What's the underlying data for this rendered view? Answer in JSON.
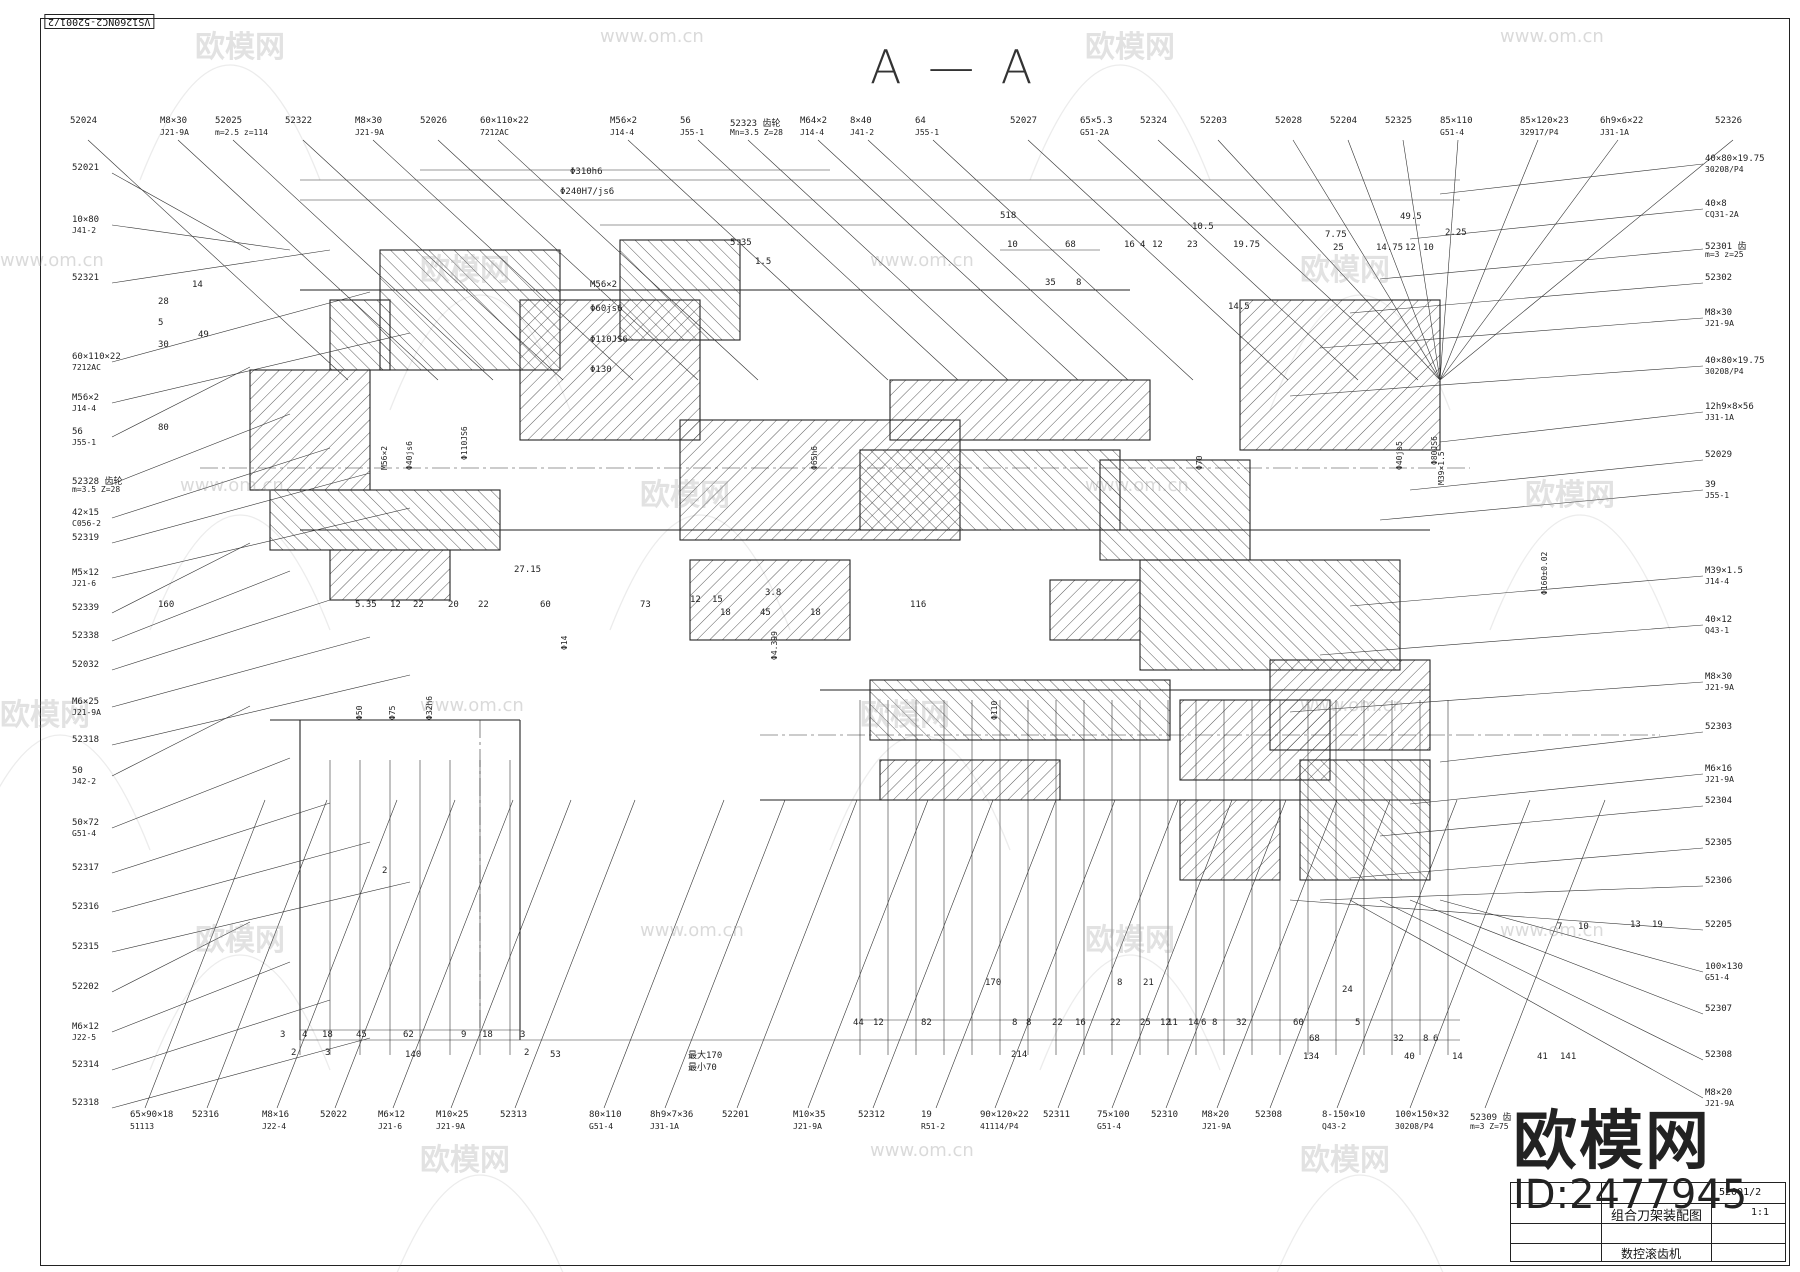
{
  "drawing": {
    "section_title": "A — A",
    "drawing_number": "VS1260NC2-52001/2",
    "title_block": {
      "drawing_name": "组合刀架装配图",
      "machine_name": "数控滚齿机",
      "number": "52001/2",
      "scale": "1:1"
    },
    "watermarks": {
      "brand_text": "欧模网",
      "url": "www.om.cn",
      "big_brand": "欧模网",
      "id_text": "ID:2477945"
    },
    "dimensions_top": [
      "Φ310h6",
      "Φ240H7/js6",
      "518",
      "68",
      "10",
      "35",
      "8",
      "16",
      "4",
      "12",
      "23",
      "10.5",
      "19.75",
      "7.75",
      "49.5",
      "2.25",
      "25",
      "14.75",
      "12",
      "10",
      "14.5",
      "1.5",
      "5.35",
      "M56×2",
      "Φ60js6",
      "Φ110JS6",
      "Φ130"
    ],
    "dimensions_left": [
      "14",
      "28",
      "5",
      "30",
      "49",
      "80",
      "160",
      "5.35",
      "12",
      "22",
      "20",
      "22",
      "27.15",
      "60",
      "73",
      "12",
      "15",
      "18",
      "45",
      "3.8",
      "18",
      "116"
    ],
    "dimensions_bottom": [
      "3",
      "2",
      "4",
      "18",
      "3",
      "45",
      "62",
      "9",
      "18",
      "3",
      "2",
      "140",
      "53",
      "最大170",
      "最小70",
      "214",
      "44",
      "12",
      "82",
      "8",
      "8",
      "22",
      "16",
      "22",
      "25",
      "11",
      "14",
      "6",
      "8",
      "32",
      "60",
      "5",
      "68",
      "32",
      "8",
      "6",
      "134",
      "40",
      "14",
      "41",
      "141",
      "170",
      "8",
      "21",
      "24",
      "7",
      "10",
      "13",
      "19",
      "12",
      "2"
    ],
    "dimensions_misc": [
      "Φ40js6",
      "Φ110JS6",
      "M56×2",
      "Φ65h6",
      "Φ40js5",
      "Φ80JS6",
      "M39×1.5",
      "Φ160±0.02",
      "Φ14",
      "Φ4.399",
      "Φ50",
      "Φ75",
      "Φ32h6",
      "Φ110",
      "Φ70"
    ],
    "callouts_top": [
      {
        "num": "52024",
        "spec": ""
      },
      {
        "num": "M8×30",
        "spec": "J21-9A"
      },
      {
        "num": "52025",
        "spec": "m=2.5 z=114"
      },
      {
        "num": "52322",
        "spec": ""
      },
      {
        "num": "M8×30",
        "spec": "J21-9A"
      },
      {
        "num": "52026",
        "spec": ""
      },
      {
        "num": "60×110×22",
        "spec": "7212AC"
      },
      {
        "num": "M56×2",
        "spec": "J14-4"
      },
      {
        "num": "56",
        "spec": "J55-1"
      },
      {
        "num": "52323 齿轮",
        "spec": "Mn=3.5 Z=28"
      },
      {
        "num": "M64×2",
        "spec": "J14-4"
      },
      {
        "num": "8×40",
        "spec": "J41-2"
      },
      {
        "num": "64",
        "spec": "J55-1"
      },
      {
        "num": "52027",
        "spec": ""
      },
      {
        "num": "65×5.3",
        "spec": "G51-2A"
      },
      {
        "num": "52324",
        "spec": ""
      },
      {
        "num": "52203",
        "spec": ""
      },
      {
        "num": "52028",
        "spec": ""
      },
      {
        "num": "52204",
        "spec": ""
      },
      {
        "num": "52325",
        "spec": ""
      },
      {
        "num": "85×110",
        "spec": "G51-4"
      },
      {
        "num": "85×120×23",
        "spec": "32917/P4"
      },
      {
        "num": "6h9×6×22",
        "spec": "J31-1A"
      },
      {
        "num": "52326",
        "spec": ""
      }
    ],
    "callouts_left": [
      {
        "num": "52021",
        "spec": ""
      },
      {
        "num": "10×80",
        "spec": "J41-2"
      },
      {
        "num": "52321",
        "spec": ""
      },
      {
        "num": "60×110×22",
        "spec": "7212AC"
      },
      {
        "num": "M56×2",
        "spec": "J14-4"
      },
      {
        "num": "56",
        "spec": "J55-1"
      },
      {
        "num": "52328 齿轮",
        "spec": "m=3.5 Z=28"
      },
      {
        "num": "42×15",
        "spec": "C056-2"
      },
      {
        "num": "52319",
        "spec": ""
      },
      {
        "num": "M5×12",
        "spec": "J21-6"
      },
      {
        "num": "52339",
        "spec": ""
      },
      {
        "num": "52338",
        "spec": ""
      },
      {
        "num": "52032",
        "spec": ""
      },
      {
        "num": "M6×25",
        "spec": "J21-9A"
      },
      {
        "num": "52318",
        "spec": ""
      },
      {
        "num": "50",
        "spec": "J42-2"
      },
      {
        "num": "50×72",
        "spec": "G51-4"
      },
      {
        "num": "52317",
        "spec": ""
      },
      {
        "num": "52316",
        "spec": ""
      },
      {
        "num": "52315",
        "spec": ""
      },
      {
        "num": "52202",
        "spec": ""
      },
      {
        "num": "M6×12",
        "spec": "J22-5"
      },
      {
        "num": "52314",
        "spec": ""
      },
      {
        "num": "52318",
        "spec": ""
      }
    ],
    "callouts_right": [
      {
        "num": "40×80×19.75",
        "spec": "30208/P4"
      },
      {
        "num": "40×8",
        "spec": "CQ31-2A"
      },
      {
        "num": "52301 齿",
        "spec": "m=3 z=25"
      },
      {
        "num": "52302",
        "spec": ""
      },
      {
        "num": "M8×30",
        "spec": "J21-9A"
      },
      {
        "num": "40×80×19.75",
        "spec": "30208/P4"
      },
      {
        "num": "12h9×8×56",
        "spec": "J31-1A"
      },
      {
        "num": "52029",
        "spec": ""
      },
      {
        "num": "39",
        "spec": "J55-1"
      },
      {
        "num": "M39×1.5",
        "spec": "J14-4"
      },
      {
        "num": "40×12",
        "spec": "Q43-1"
      },
      {
        "num": "M8×30",
        "spec": "J21-9A"
      },
      {
        "num": "52303",
        "spec": ""
      },
      {
        "num": "M6×16",
        "spec": "J21-9A"
      },
      {
        "num": "52304",
        "spec": ""
      },
      {
        "num": "52305",
        "spec": ""
      },
      {
        "num": "52306",
        "spec": ""
      },
      {
        "num": "52205",
        "spec": ""
      },
      {
        "num": "100×130",
        "spec": "G51-4"
      },
      {
        "num": "52307",
        "spec": ""
      },
      {
        "num": "52308",
        "spec": ""
      },
      {
        "num": "M8×20",
        "spec": "J21-9A"
      }
    ],
    "callouts_bottom": [
      {
        "num": "65×90×18",
        "spec": "51113"
      },
      {
        "num": "52316",
        "spec": ""
      },
      {
        "num": "M8×16",
        "spec": "J22-4"
      },
      {
        "num": "52022",
        "spec": ""
      },
      {
        "num": "M6×12",
        "spec": "J21-6"
      },
      {
        "num": "M10×25",
        "spec": "J21-9A"
      },
      {
        "num": "52313",
        "spec": ""
      },
      {
        "num": "80×110",
        "spec": "G51-4"
      },
      {
        "num": "8h9×7×36",
        "spec": "J31-1A"
      },
      {
        "num": "52201",
        "spec": ""
      },
      {
        "num": "M10×35",
        "spec": "J21-9A"
      },
      {
        "num": "52312",
        "spec": ""
      },
      {
        "num": "19",
        "spec": "R51-2"
      },
      {
        "num": "90×120×22",
        "spec": "41114/P4"
      },
      {
        "num": "52311",
        "spec": ""
      },
      {
        "num": "75×100",
        "spec": "G51-4"
      },
      {
        "num": "52310",
        "spec": ""
      },
      {
        "num": "M8×20",
        "spec": "J21-9A"
      },
      {
        "num": "52308",
        "spec": ""
      },
      {
        "num": "8-150×10",
        "spec": "Q43-2"
      },
      {
        "num": "100×150×32",
        "spec": "30208/P4"
      },
      {
        "num": "52309 齿",
        "spec": "m=3 Z=75"
      }
    ]
  }
}
